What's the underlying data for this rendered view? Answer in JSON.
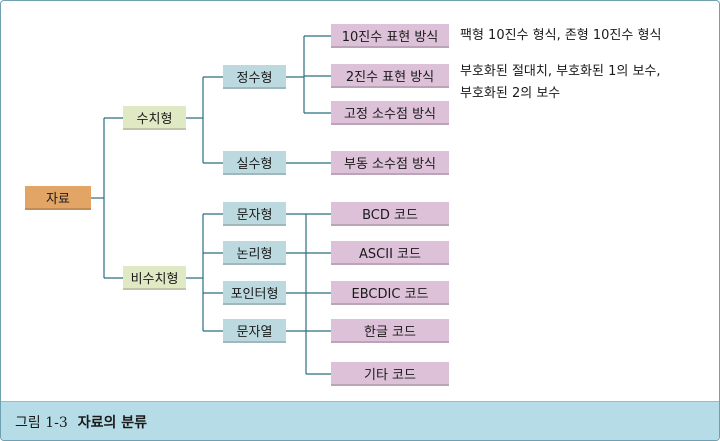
{
  "diagram": {
    "root": "자료",
    "numeric": {
      "label": "수치형",
      "integer": {
        "label": "정수형",
        "methods": [
          "10진수 표현 방식",
          "2진수 표현 방식",
          "고정 소수점 방식"
        ],
        "notes": [
          "팩형 10진수 형식, 존형 10진수 형식",
          "부호화된 절대치, 부호화된 1의 보수,",
          "부호화된 2의 보수"
        ]
      },
      "real": {
        "label": "실수형",
        "methods": [
          "부동 소수점 방식"
        ]
      }
    },
    "non_numeric": {
      "label": "비수치형",
      "types": [
        "문자형",
        "논리형",
        "포인터형",
        "문자열"
      ],
      "codes": [
        "BCD 코드",
        "ASCII 코드",
        "EBCDIC 코드",
        "한글 코드",
        "기타 코드"
      ]
    }
  },
  "caption": {
    "figure": "그림 1-3",
    "title": "자료의 분류"
  },
  "colors": {
    "root": "#e3a565",
    "level1": "#dfe9c4",
    "level2": "#bcd9df",
    "level3": "#dcc1d8",
    "lines": "#2a6f80",
    "caption_bg": "#b6dde7"
  }
}
